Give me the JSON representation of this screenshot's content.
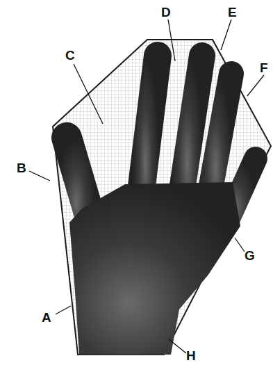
{
  "diagram": {
    "labels": [
      "C",
      "D",
      "E",
      "F",
      "B",
      "G",
      "A",
      "H"
    ]
  }
}
